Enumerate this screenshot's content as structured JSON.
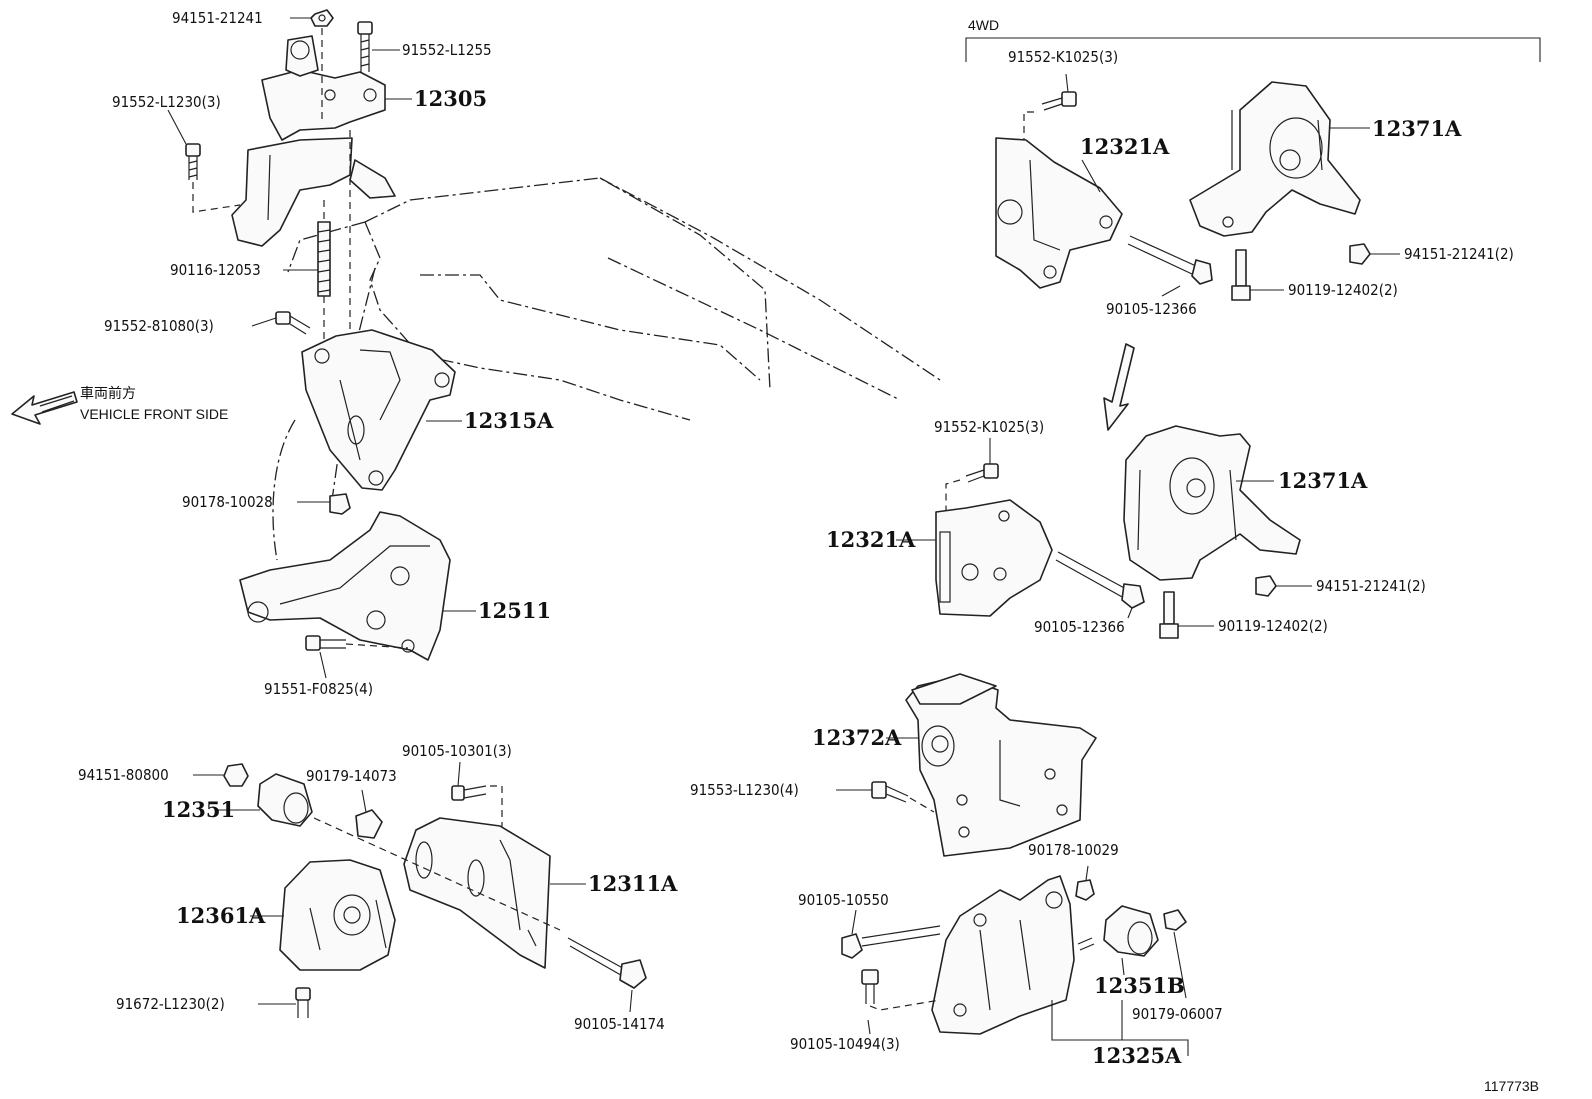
{
  "labels": {
    "p94151_21241": "94151-21241",
    "p91552_L1255": "91552-L1255",
    "p91552_L1230_3": "91552-L1230(3)",
    "p12305": "12305",
    "p90116_12053": "90116-12053",
    "p91552_81080_3": "91552-81080(3)",
    "p12315A": "12315A",
    "p90178_10028": "90178-10028",
    "p12511": "12511",
    "p91551_F0825_4": "91551-F0825(4)",
    "p94151_80800": "94151-80800",
    "p90105_10301_3": "90105-10301(3)",
    "p90179_14073": "90179-14073",
    "p12351": "12351",
    "p12311A": "12311A",
    "p12361A": "12361A",
    "p91672_L1230_2": "91672-L1230(2)",
    "p90105_14174": "90105-14174",
    "p4wd": "4WD",
    "p91552_K1025_3_top": "91552-K1025(3)",
    "p12321A_top": "12321A",
    "p12371A_top": "12371A",
    "p94151_21241_2_top": "94151-21241(2)",
    "p90119_12402_2_top": "90119-12402(2)",
    "p90105_12366_top": "90105-12366",
    "p91552_K1025_3_mid": "91552-K1025(3)",
    "p12371A_mid": "12371A",
    "p12321A_mid": "12321A",
    "p94151_21241_2_mid": "94151-21241(2)",
    "p90105_12366_mid": "90105-12366",
    "p90119_12402_2_mid": "90119-12402(2)",
    "p12372A": "12372A",
    "p91553_L1230_4": "91553-L1230(4)",
    "p90178_10029": "90178-10029",
    "p90105_10550": "90105-10550",
    "p12351B": "12351B",
    "p90179_06007": "90179-06007",
    "p90105_10494_3": "90105-10494(3)",
    "p12325A": "12325A",
    "front_jp": "車両前方",
    "front_en": "VEHICLE FRONT SIDE",
    "figure_id": "117773B"
  }
}
